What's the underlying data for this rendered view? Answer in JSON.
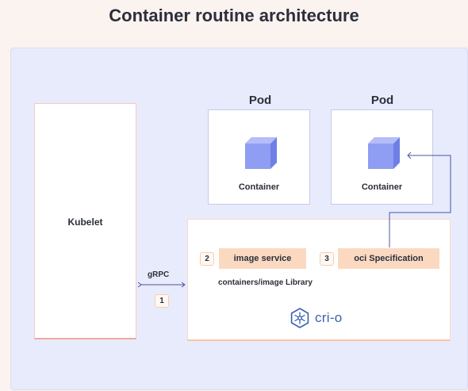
{
  "title": "Container routine architecture",
  "kubelet": {
    "label": "Kubelet"
  },
  "pods": [
    {
      "title": "Pod",
      "container_label": "Container"
    },
    {
      "title": "Pod",
      "container_label": "Container"
    }
  ],
  "connection": {
    "label": "gRPC",
    "step": "1"
  },
  "crio": {
    "services": [
      {
        "step": "2",
        "label": "image service"
      },
      {
        "step": "3",
        "label": "oci Specification"
      }
    ],
    "library_label": "containers/image Library",
    "logo_text": "cri-o"
  },
  "colors": {
    "canvas": "#e8ebfb",
    "cube": "#8f9df2",
    "service_fill": "#fbd9c1",
    "arrow": "#4a55a2",
    "logo": "#3b5fb0"
  }
}
